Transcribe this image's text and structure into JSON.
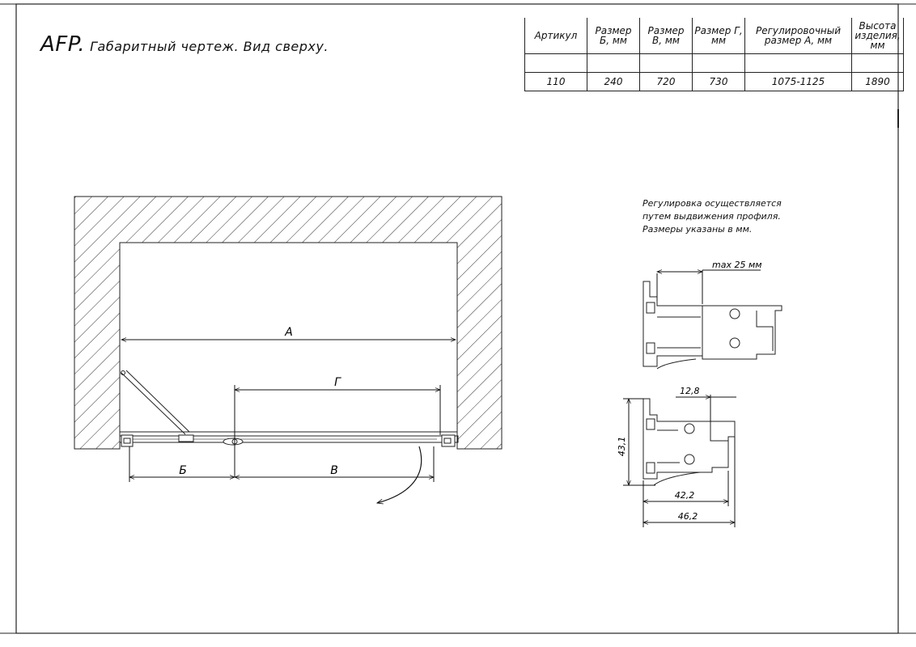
{
  "title": {
    "code": "AFP.",
    "text": "Габаритный чертеж. Вид сверху."
  },
  "spec_table": {
    "headers": [
      "Артикул",
      "Размер Б, мм",
      "Размер В, мм",
      "Размер Г, мм",
      "Регулировочный размер А, мм",
      "Высота изделия, мм"
    ],
    "row": [
      "110",
      "240",
      "720",
      "730",
      "1075-1125",
      "1890"
    ]
  },
  "note": {
    "line1": "Регулировка осуществляется",
    "line2": "путем выдвижения профиля.",
    "line3": "Размеры указаны в мм."
  },
  "plan_labels": {
    "a": "А",
    "g": "Г",
    "b": "Б",
    "v": "В"
  },
  "profile_labels": {
    "max": "max 25 мм",
    "d128": "12,8",
    "d431": "43,1",
    "d422": "42,2",
    "d462": "46,2"
  }
}
